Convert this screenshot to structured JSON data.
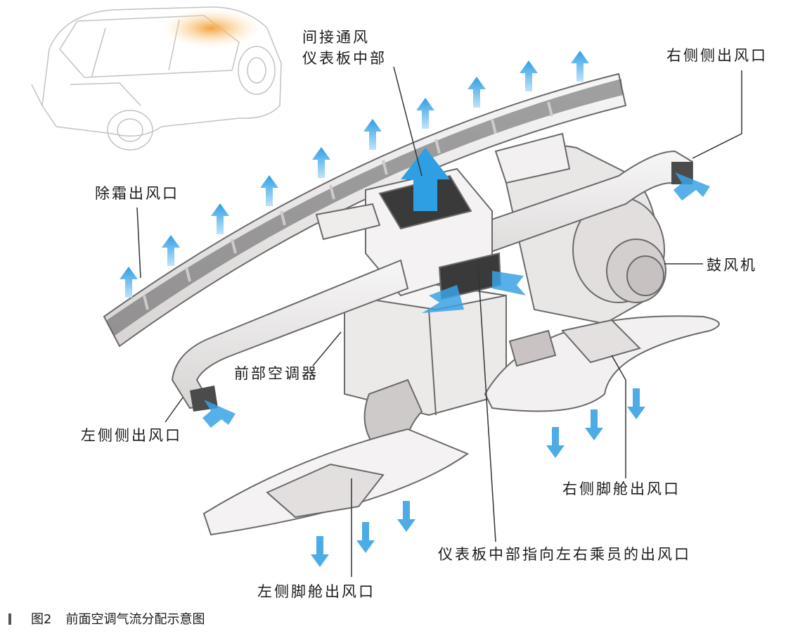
{
  "labels": {
    "indirect_vent_line1": "间接通风",
    "indirect_vent_line2": "仪表板中部",
    "right_side_outlet": "右侧侧出风口",
    "defrost_outlet": "除霜出风口",
    "blower": "鼓风机",
    "front_ac_unit": "前部空调器",
    "left_side_outlet": "左侧侧出风口",
    "right_foot_outlet": "右侧脚舱出风口",
    "dash_center_outlet": "仪表板中部指向左右乘员的出风口",
    "left_foot_outlet": "左侧脚舱出风口"
  },
  "caption": {
    "figure_number": "图2",
    "title": "前面空调气流分配示意图"
  },
  "colors": {
    "airflow_blue": "#3aa8e8",
    "duct_fill": "#f1efef",
    "duct_shadow": "#cfcaca",
    "outline": "#6a6a6a",
    "car_sketch": "#b9b9b9",
    "heat_glow": "#f0a43a"
  }
}
